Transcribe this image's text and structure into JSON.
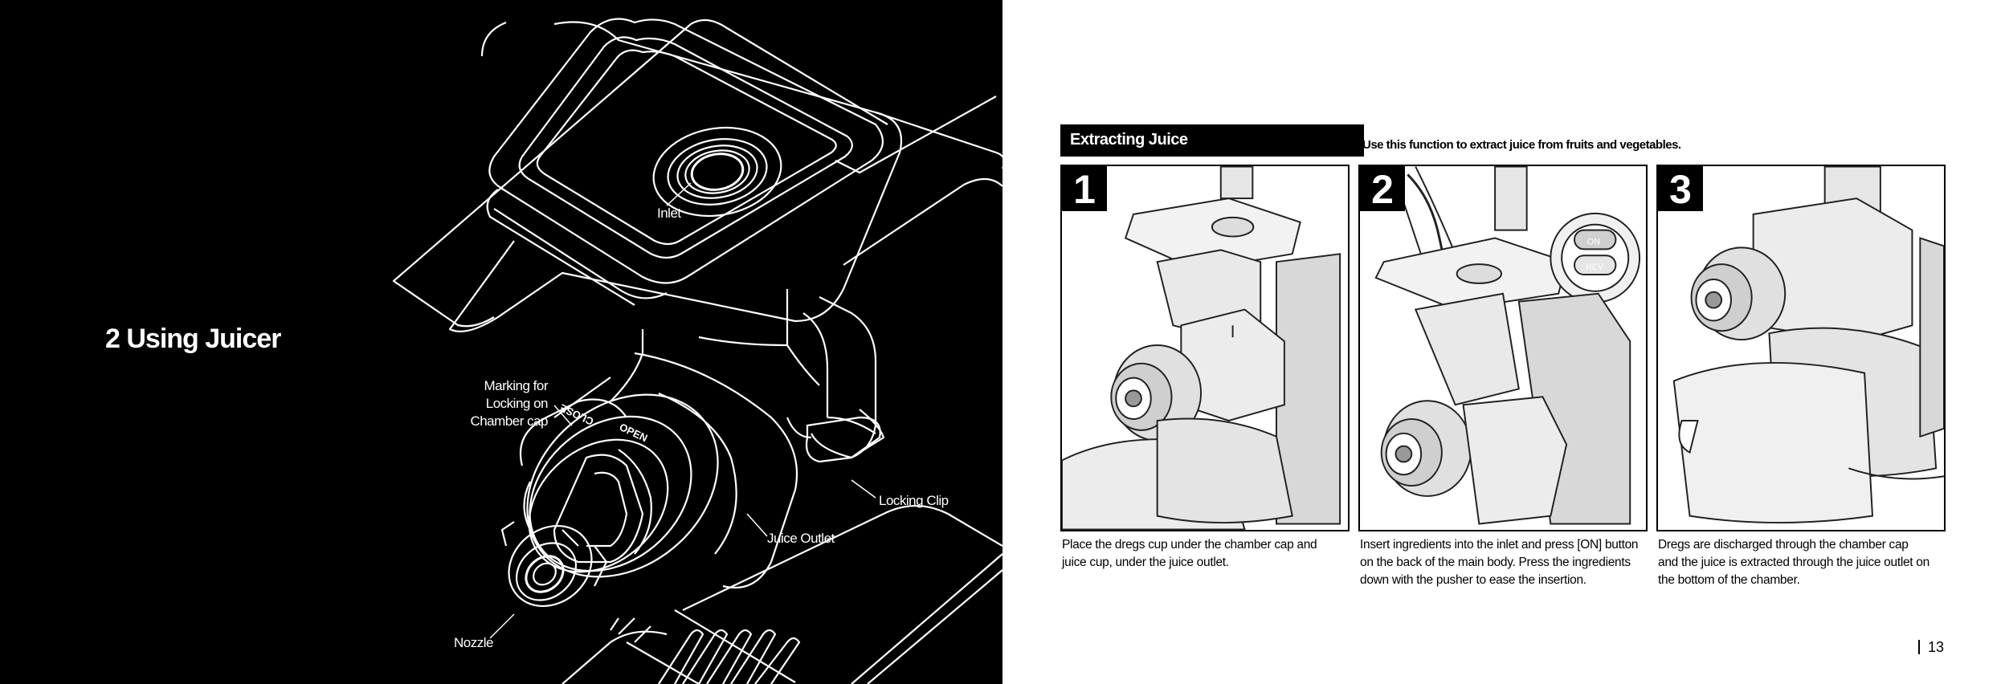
{
  "left_page": {
    "section_title": "2 Using Juicer",
    "callouts": {
      "inlet": "Inlet",
      "marking_line1": "Marking for",
      "marking_line2": "Locking on",
      "marking_line3": "Chamber cap",
      "locking_clip": "Locking Clip",
      "juice_outlet": "Juice Outlet",
      "nozzle": "Nozzle"
    },
    "chamber_markings": {
      "open": "OPEN",
      "close": "CLOSE"
    }
  },
  "right_page": {
    "header": "Extracting Juice",
    "header_desc": "Use this function to extract juice from fruits and vegetables.",
    "steps": [
      {
        "number": "1",
        "text_line1": "Place the dregs cup under the chamber cap and",
        "text_line2": "juice cup, under the juice outlet.",
        "text_line3": ""
      },
      {
        "number": "2",
        "text_line1": "Insert ingredients into the inlet and press [ON] button",
        "text_line2": "on the back of the main body. Press the ingredients",
        "text_line3": "down with the pusher to ease the insertion."
      },
      {
        "number": "3",
        "text_line1": "Dregs are discharged through the chamber cap",
        "text_line2": "and the juice is extracted through the juice outlet on",
        "text_line3": "the bottom of the chamber."
      }
    ],
    "button_labels": {
      "on": "ON",
      "rev": "REV"
    },
    "page_number": "13"
  }
}
